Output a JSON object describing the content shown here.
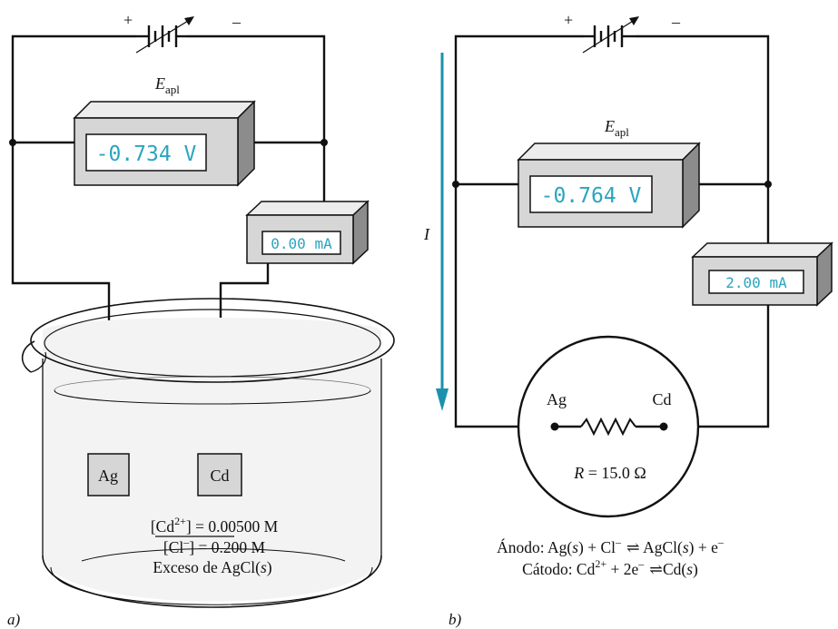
{
  "panel_a": {
    "label": "a)",
    "battery": {
      "plus": "+",
      "minus": "–"
    },
    "voltmeter": {
      "symbol": "E",
      "subscript": "apl",
      "reading": "-0.734 V"
    },
    "ammeter": {
      "reading": "0.00 mA"
    },
    "electrodes": {
      "left": "Ag",
      "right": "Cd"
    },
    "solution": {
      "cd_label": "[Cd",
      "cd_charge": "2+",
      "cd_value": "] = 0.00500 M",
      "cl_label": "[Cl",
      "cl_charge": "–",
      "cl_value": "] = 0.200 M",
      "excess_text": "Exceso de AgCl(",
      "excess_s": "s",
      "excess_close": ")"
    }
  },
  "panel_b": {
    "label": "b)",
    "battery": {
      "plus": "+",
      "minus": "–"
    },
    "current_label": "I",
    "voltmeter": {
      "symbol": "E",
      "subscript": "apl",
      "reading": "-0.764 V"
    },
    "ammeter": {
      "reading": "2.00 mA"
    },
    "circle": {
      "left": "Ag",
      "right": "Cd",
      "resistance_symbol": "R",
      "resistance_value": " = 15.0 Ω"
    },
    "anode": {
      "t1": "Ánodo: Ag(",
      "s1": "s",
      "t2": ") + Cl",
      "sup": "–",
      "arrow": "⇌",
      "t3": " AgCl(",
      "s2": "s",
      "t4": ") + e",
      "sup2": "–"
    },
    "cathode": {
      "t1": "Cátodo: Cd",
      "sup": "2+",
      "t2": " + 2e",
      "sup2": "–",
      "arrow": "⇌",
      "t3": "Cd(",
      "s1": "s",
      "t4": ")"
    }
  }
}
